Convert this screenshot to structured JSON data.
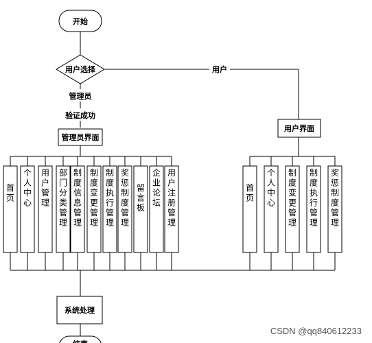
{
  "nodes": {
    "start": "开始",
    "decision": "用户选择",
    "admin_role": "管理员",
    "verify": "验证成功",
    "admin_ui": "管理员界面",
    "user_branch": "用户",
    "user_ui": "用户界面",
    "system": "系统处理",
    "end": "结束"
  },
  "admin_modules": [
    "首页",
    "个人中心",
    "用户管理",
    "部门分类管理",
    "制度信息管理",
    "制度变更管理",
    "制度执行管理",
    "奖惩制度管理",
    "留言板",
    "企业论坛",
    "用户注册管理"
  ],
  "user_modules": [
    "首页",
    "个人中心",
    "制度变更管理",
    "制度执行管理",
    "奖惩制度管理"
  ],
  "watermark": "CSDN @qq840612233"
}
